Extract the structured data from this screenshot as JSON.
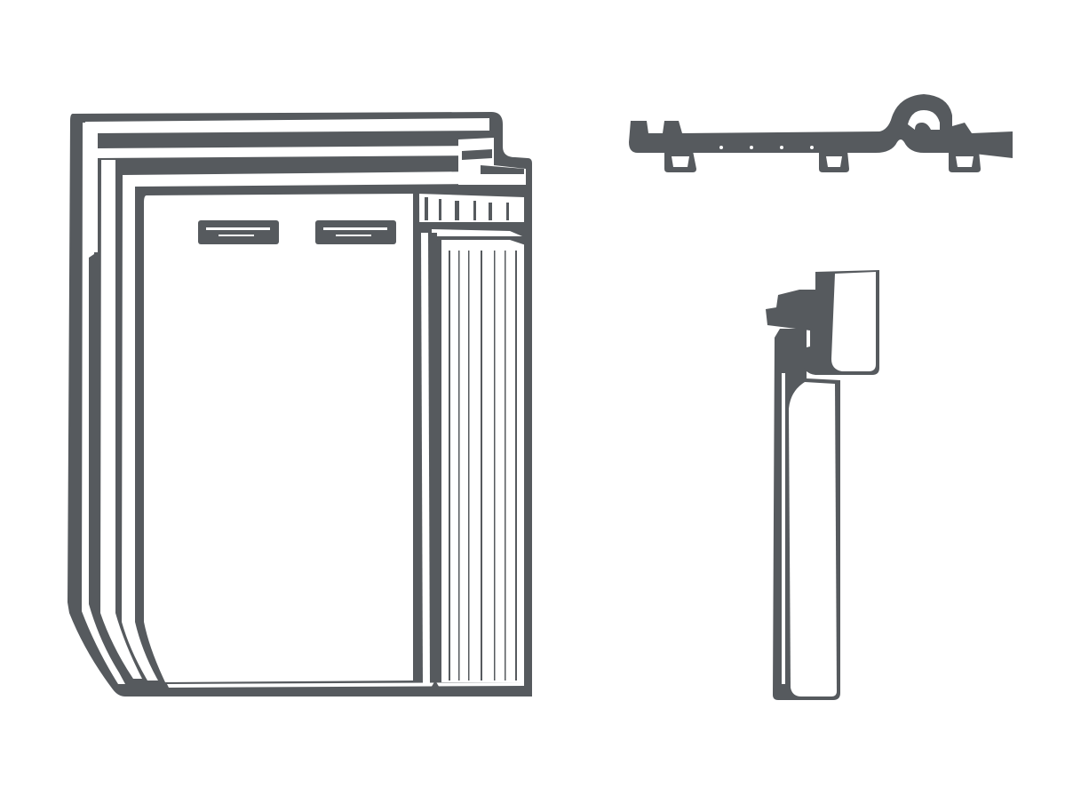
{
  "illustration": {
    "subject": "roof-tile",
    "ink_color": "#565a5e",
    "background_color": "#ffffff",
    "views": [
      {
        "view": "top-view",
        "icon": "roof-tile-plan-icon"
      },
      {
        "view": "cross-section",
        "icon": "roof-tile-cross-section-icon"
      },
      {
        "view": "side-profile",
        "icon": "roof-tile-side-profile-icon"
      }
    ]
  }
}
